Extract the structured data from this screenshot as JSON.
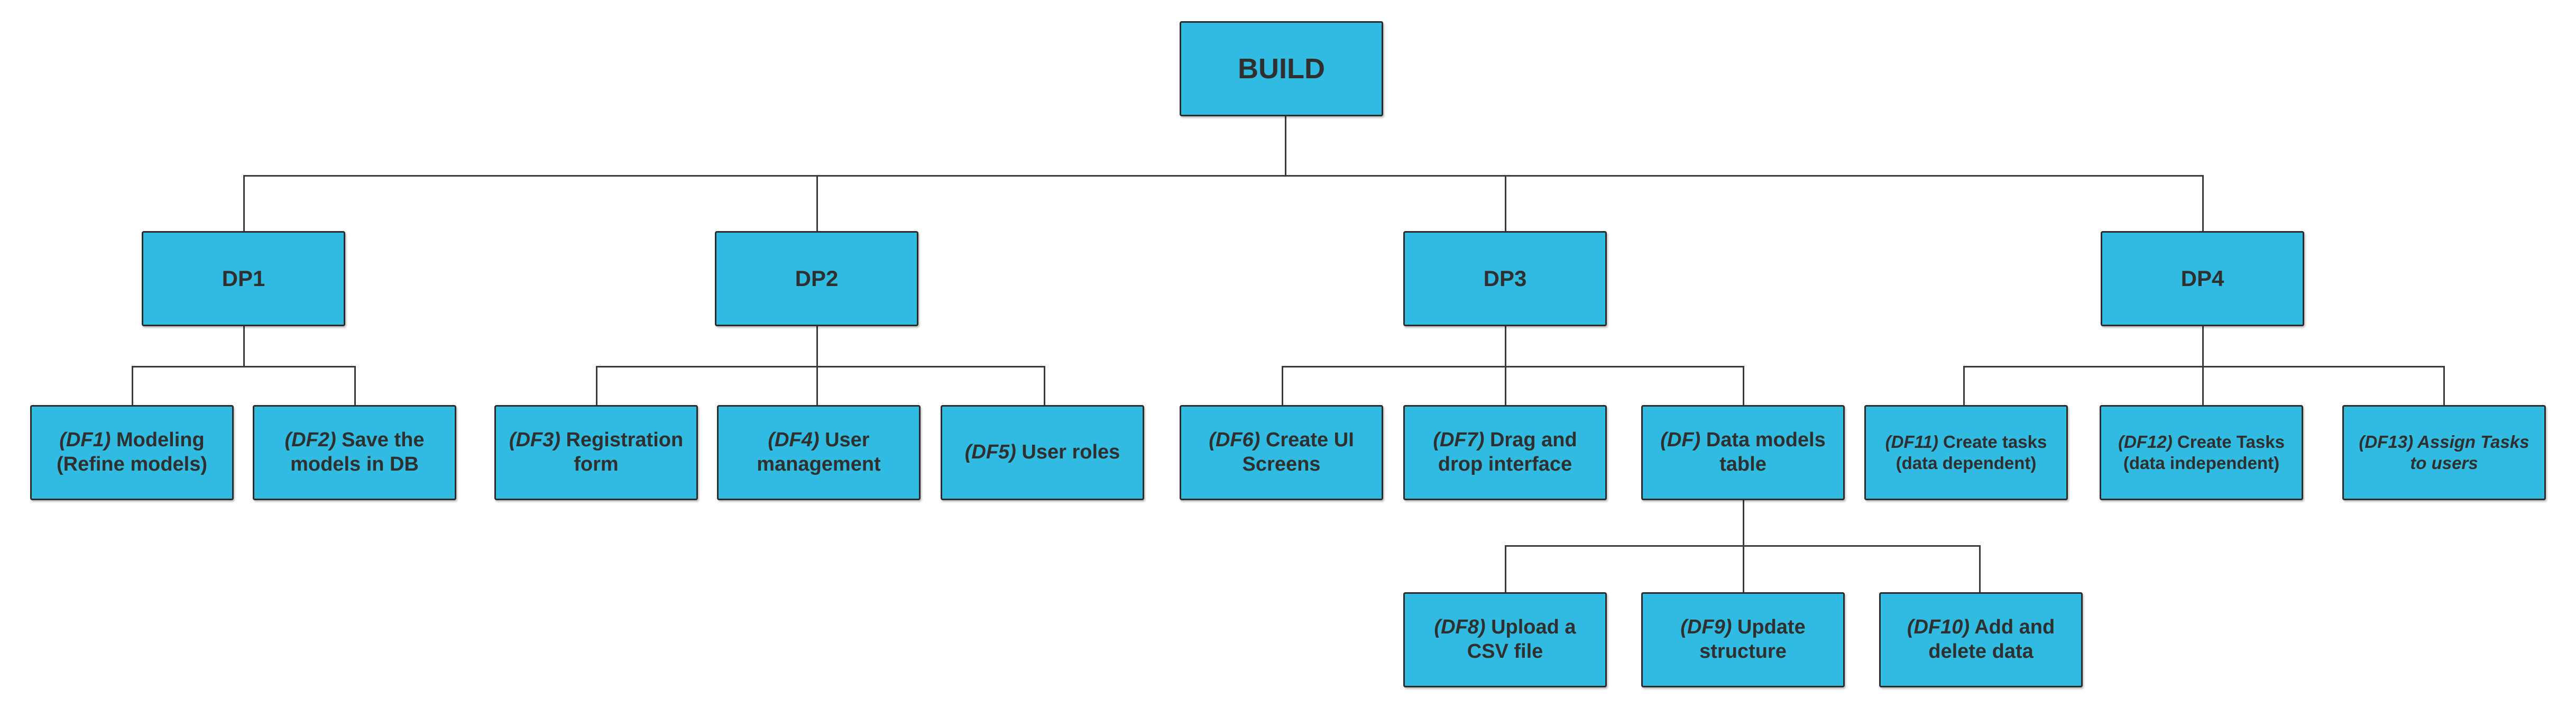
{
  "diagram": {
    "root": {
      "label": "BUILD"
    },
    "dp1": {
      "label": "DP1"
    },
    "dp2": {
      "label": "DP2"
    },
    "dp3": {
      "label": "DP3"
    },
    "dp4": {
      "label": "DP4"
    },
    "df1": {
      "code": "(DF1)",
      "text": " Modeling (Refine models)"
    },
    "df2": {
      "code": "(DF2)",
      "text": " Save the models in DB"
    },
    "df3": {
      "code": "(DF3)",
      "text": " Registration form"
    },
    "df4": {
      "code": "(DF4)",
      "text": " User management"
    },
    "df5": {
      "code": "(DF5)",
      "text": " User roles"
    },
    "df6": {
      "code": "(DF6)",
      "text": " Create UI Screens"
    },
    "df7": {
      "code": "(DF7)",
      "text": " Drag and drop interface"
    },
    "df_table": {
      "code": "(DF)",
      "text": " Data models table"
    },
    "df8": {
      "code": "(DF8)",
      "text": " Upload a CSV file"
    },
    "df9": {
      "code": "(DF9)",
      "text": " Update structure"
    },
    "df10": {
      "code": "(DF10)",
      "text": " Add and delete data"
    },
    "df11": {
      "code": "(DF11)",
      "text": " Create tasks (data dependent)"
    },
    "df12": {
      "code": "(DF12)",
      "text": " Create Tasks (data independent)"
    },
    "df13": {
      "code": "(DF13)",
      "text": " Assign Tasks to users"
    }
  },
  "colors": {
    "node_fill": "#32bbe0",
    "node_border": "#2b2b2b",
    "connector": "#3a3a3a",
    "text": "#2f2f2f"
  }
}
